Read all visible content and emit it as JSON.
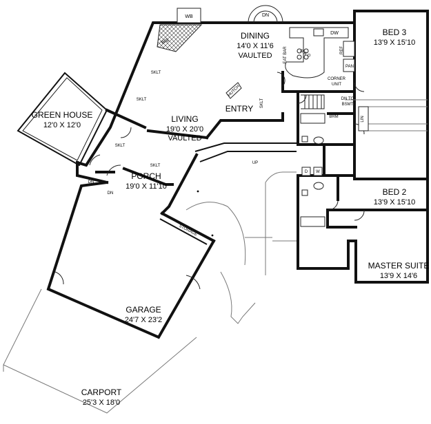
{
  "rooms": {
    "dining": {
      "name": "DINING",
      "dims": "14'0 X 11'6",
      "note": "VAULTED"
    },
    "bed3": {
      "name": "BED 3",
      "dims": "13'9 X 15'10"
    },
    "greenhouse": {
      "name": "GREEN HOUSE",
      "dims": "12'0 X 12'0"
    },
    "living": {
      "name": "LIVING",
      "dims": "19'0 X 20'0",
      "note": "VAULTED"
    },
    "entry": {
      "name": "ENTRY"
    },
    "porch": {
      "name": "PORCH",
      "dims": "19'0 X 11'10"
    },
    "bed2": {
      "name": "BED 2",
      "dims": "13'9 X 15'10"
    },
    "master": {
      "name": "MASTER SUITE",
      "dims": "13'9 X 14'6"
    },
    "garage": {
      "name": "GARAGE",
      "dims": "24'7 X 23'2"
    },
    "carport": {
      "name": "CARPORT",
      "dims": "25'3 X 18'0"
    }
  },
  "fixtures": {
    "wb": "WB",
    "ws": "WS",
    "dn_top": "DN",
    "dw": "DW",
    "eat_bar": "EAT BAR",
    "rr": "R & O",
    "ref": "REF",
    "pan": "PAN",
    "corner": "CORNER",
    "unit": "UNIT",
    "hutch": "HUTCH",
    "sklt": "SKLT",
    "dn_bsmt_1": "DN TO",
    "dn_bsmt_2": "BSMT",
    "brm": "BRM",
    "lin": "LIN",
    "up": "UP",
    "dn": "DN",
    "d": "D",
    "w": "W",
    "storage": "STORAGE"
  }
}
